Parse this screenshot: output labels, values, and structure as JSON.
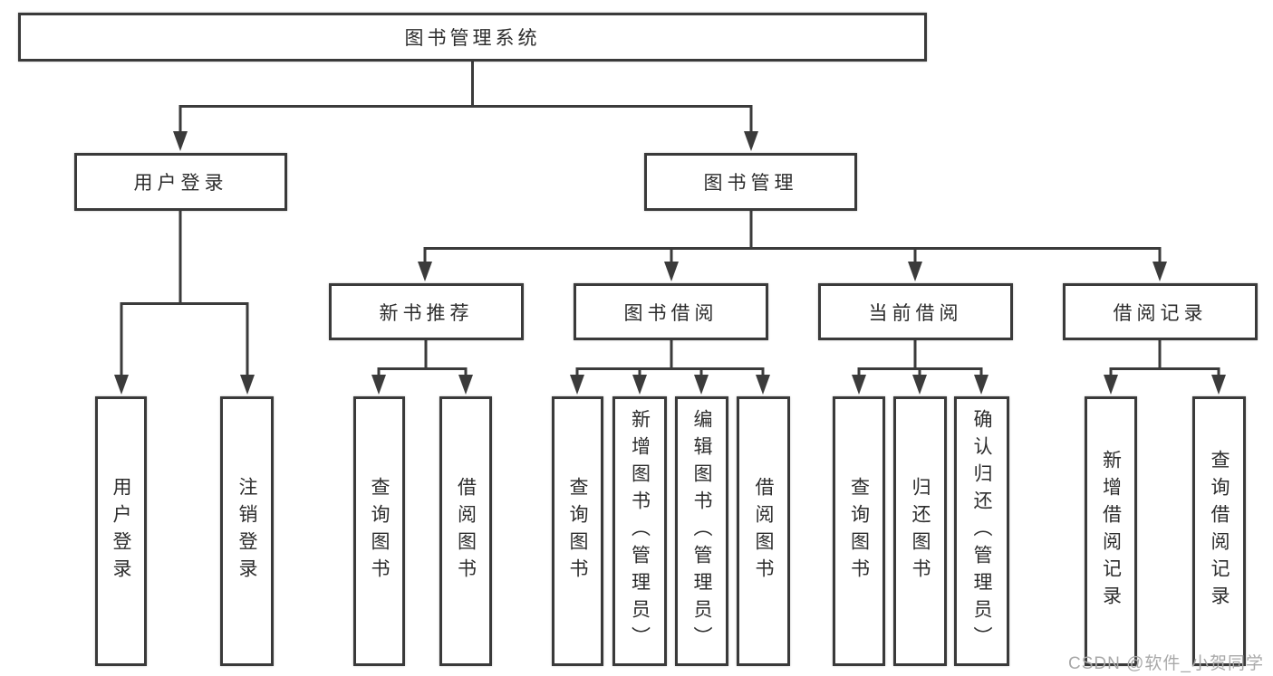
{
  "diagram_title": "图书管理系统",
  "tree": {
    "label": "图书管理系统",
    "children": [
      {
        "label": "用户登录",
        "children": [
          {
            "label": "用户登录"
          },
          {
            "label": "注销登录"
          }
        ]
      },
      {
        "label": "图书管理",
        "children": [
          {
            "label": "新书推荐",
            "children": [
              {
                "label": "查询图书"
              },
              {
                "label": "借阅图书"
              }
            ]
          },
          {
            "label": "图书借阅",
            "children": [
              {
                "label": "查询图书"
              },
              {
                "label": "新增图书（管理员）"
              },
              {
                "label": "编辑图书（管理员）"
              },
              {
                "label": "借阅图书"
              }
            ]
          },
          {
            "label": "当前借阅",
            "children": [
              {
                "label": "查询图书"
              },
              {
                "label": "归还图书"
              },
              {
                "label": "确认归还（管理员）"
              }
            ]
          },
          {
            "label": "借阅记录",
            "children": [
              {
                "label": "新增借阅记录"
              },
              {
                "label": "查询借阅记录"
              }
            ]
          }
        ]
      }
    ]
  },
  "watermark": "CSDN @软件_小贺同学",
  "colors": {
    "line": "#3b3b3b",
    "border": "#3a3a3a",
    "text": "#2d2d2d",
    "box_bg": "#ffffff",
    "watermark": "#a9a9a9",
    "background": "#ffffff"
  }
}
